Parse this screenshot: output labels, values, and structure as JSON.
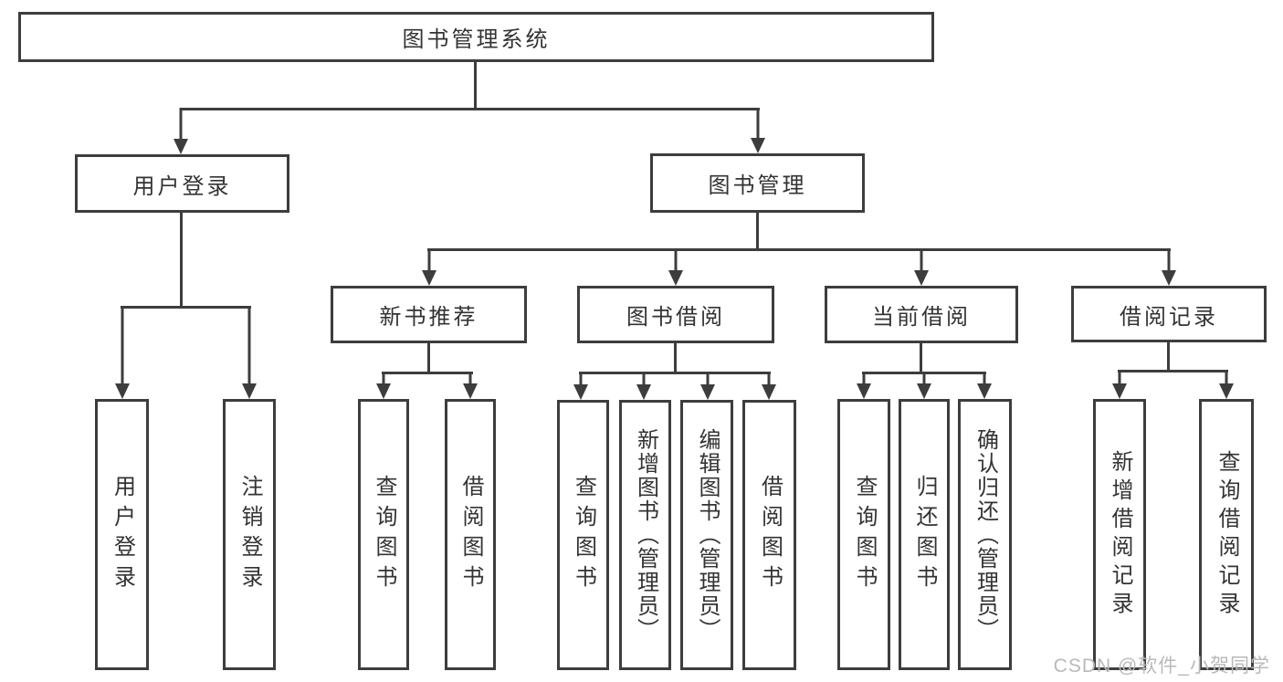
{
  "nodes": {
    "root": "图书管理系统",
    "user_login": "用户登录",
    "book_mgmt": "图书管理",
    "new_book": "新书推荐",
    "book_borrow": "图书借阅",
    "current_borrow": "当前借阅",
    "borrow_record": "借阅记录"
  },
  "leaves": {
    "user_login": [
      "用户登录",
      "注销登录"
    ],
    "new_book": [
      "查询图书",
      "借阅图书"
    ],
    "book_borrow": [
      "查询图书",
      "新增图书（管理员）",
      "编辑图书（管理员）",
      "借阅图书"
    ],
    "current_borrow": [
      "查询图书",
      "归还图书",
      "确认归还（管理员）"
    ],
    "borrow_record": [
      "新增借阅记录",
      "查询借阅记录"
    ]
  },
  "watermark": "CSDN @软件_小贺同学",
  "colors": {
    "line": "#3d3d3d",
    "text": "#333333",
    "watermark": "#b9b9b9",
    "background": "#ffffff"
  }
}
